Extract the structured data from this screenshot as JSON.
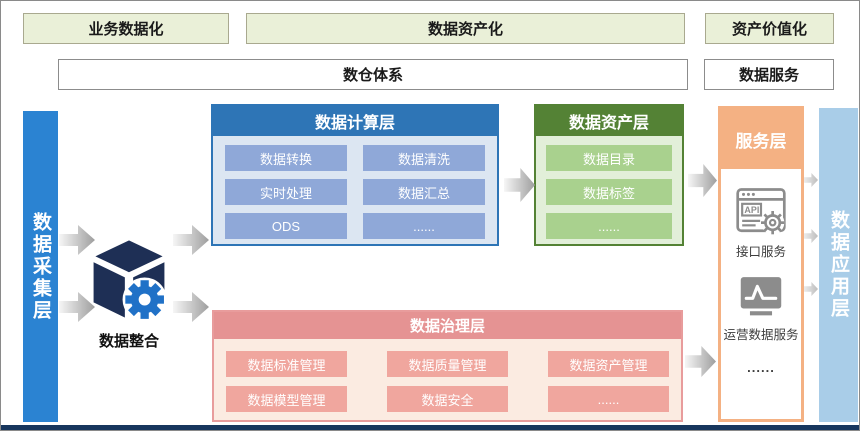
{
  "top_row": {
    "items": [
      {
        "label": "业务数据化"
      },
      {
        "label": "数据资产化"
      },
      {
        "label": "资产价值化"
      }
    ]
  },
  "second_row": {
    "items": [
      {
        "label": "数仓体系"
      },
      {
        "label": "数据服务"
      }
    ]
  },
  "rails": {
    "left": {
      "label": "数据采集层",
      "color": "#2B83D2"
    },
    "right": {
      "label": "数据应用层",
      "color": "#A9CDE8"
    }
  },
  "integration": {
    "label": "数据整合",
    "icon": "cube-gear-icon"
  },
  "layers": {
    "compute": {
      "title": "数据计算层",
      "header_color": "#2E75B6",
      "body_color": "#DCE6F2",
      "cell_color": "#8FA8D8",
      "cells": [
        "数据转换",
        "数据清洗",
        "实时处理",
        "数据汇总",
        "ODS",
        "......"
      ]
    },
    "asset": {
      "title": "数据资产层",
      "header_color": "#548235",
      "body_color": "#E2EFD9",
      "cell_color": "#A9D18E",
      "cells": [
        "数据目录",
        "数据标签",
        "......"
      ]
    },
    "governance": {
      "title": "数据治理层",
      "header_color": "#E59393",
      "body_color": "#FBEBE1",
      "cell_color": "#F0A69E",
      "cells": [
        "数据标准管理",
        "数据质量管理",
        "数据资产管理",
        "数据模型管理",
        "数据安全",
        "......"
      ]
    },
    "service": {
      "title": "服务层",
      "header_color": "#F4B183",
      "items": [
        {
          "icon": "api-browser-icon",
          "label": "接口服务"
        },
        {
          "icon": "chart-monitor-icon",
          "label": "运营数据服务"
        },
        {
          "icon": "none",
          "label": "......"
        }
      ]
    }
  },
  "misc": {
    "baseline_color": "#17365D",
    "arrow_gradient": [
      "#F6F6F6",
      "#9E9E9E"
    ]
  }
}
